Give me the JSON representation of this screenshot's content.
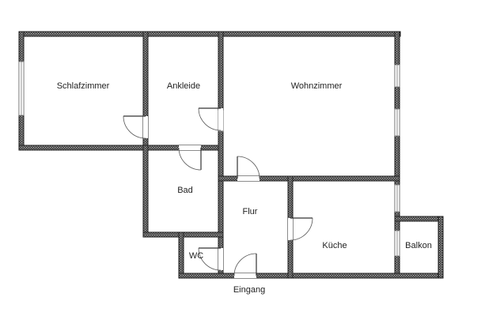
{
  "plan": {
    "rooms": {
      "schlafzimmer": "Schlafzimmer",
      "ankleide": "Ankleide",
      "wohnzimmer": "Wohnzimmer",
      "bad": "Bad",
      "flur": "Flur",
      "kueche": "Küche",
      "balkon": "Balkon",
      "wc": "WC"
    },
    "entrance": "Eingang"
  }
}
